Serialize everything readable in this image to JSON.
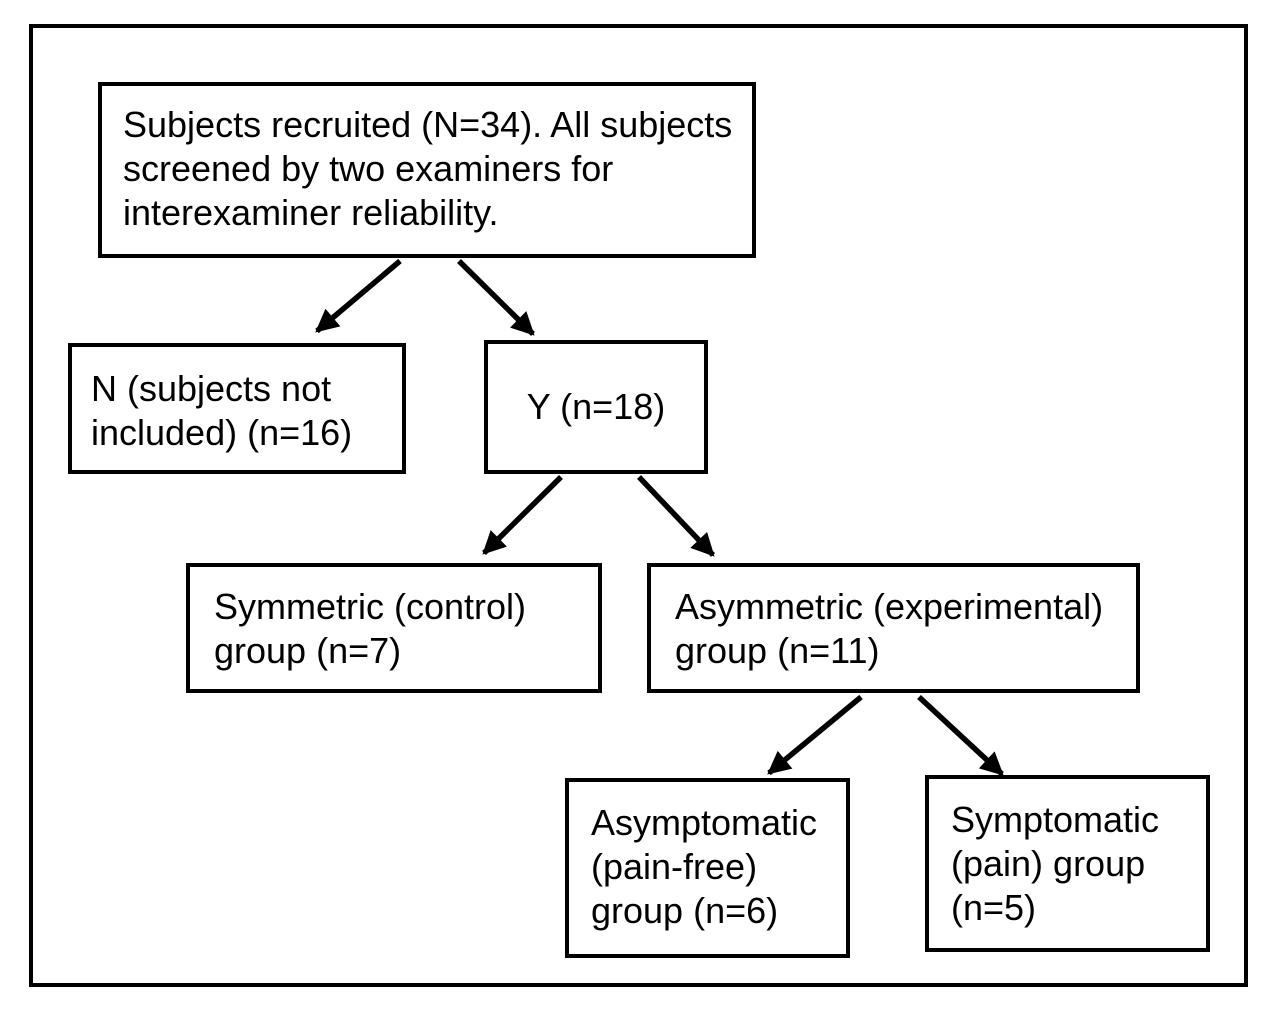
{
  "figure": {
    "background": "#ffffff",
    "line_color": "#000000",
    "text_color": "#000000",
    "nodes": {
      "recruited": {
        "n": 34,
        "text": "Subjects recruited (N=34). All subjects screened by two examiners for interexaminer reliability.",
        "lines": [
          "Subjects recruited (N=34). All subjects",
          "screened by two examiners for",
          "interexaminer reliability."
        ]
      },
      "not_included": {
        "n": 16,
        "text": "N (subjects not included) (n=16)",
        "lines": [
          "N (subjects not",
          "included) (n=16)"
        ]
      },
      "included": {
        "n": 18,
        "text": "Y (n=18)",
        "lines": [
          "Y (n=18)"
        ]
      },
      "symmetric": {
        "n": 7,
        "text": "Symmetric (control) group (n=7)",
        "lines": [
          "Symmetric (control)",
          "group (n=7)"
        ]
      },
      "asymmetric": {
        "n": 11,
        "text": "Asymmetric (experimental) group (n=11)",
        "lines": [
          "Asymmetric (experimental)",
          "group (n=11)"
        ]
      },
      "asymptomatic": {
        "n": 6,
        "text": "Asymptomatic (pain-free) group (n=6)",
        "lines": [
          "Asymptomatic",
          "(pain-free)",
          "group (n=6)"
        ]
      },
      "symptomatic": {
        "n": 5,
        "text": "Symptomatic (pain) group (n=5)",
        "lines": [
          "Symptomatic",
          "(pain) group",
          "(n=5)"
        ]
      }
    },
    "edges": [
      {
        "from": "recruited",
        "to": "not_included"
      },
      {
        "from": "recruited",
        "to": "included"
      },
      {
        "from": "included",
        "to": "symmetric"
      },
      {
        "from": "included",
        "to": "asymmetric"
      },
      {
        "from": "asymmetric",
        "to": "asymptomatic"
      },
      {
        "from": "asymmetric",
        "to": "symptomatic"
      }
    ]
  }
}
